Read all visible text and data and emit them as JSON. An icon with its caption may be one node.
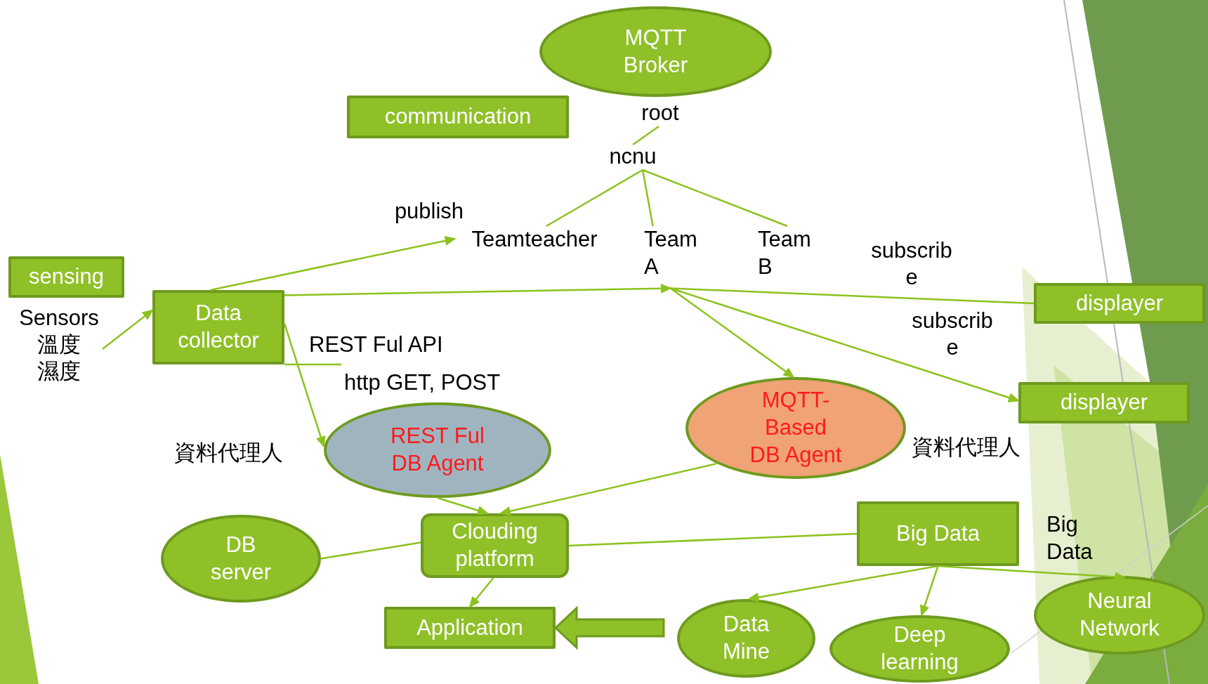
{
  "diagram": {
    "nodes": [
      {
        "text": [
          "MQTT Broker"
        ]
      },
      {
        "text": [
          "communication"
        ]
      },
      {
        "text": [
          "root"
        ]
      },
      {
        "text": [
          "ncnu"
        ]
      },
      {
        "text": [
          "Teamteacher"
        ]
      },
      {
        "text": [
          "Team A"
        ]
      },
      {
        "text": [
          "Team B"
        ]
      },
      {
        "text": [
          "sensing"
        ]
      },
      {
        "text": [
          "Sensors",
          "溫度",
          "濕度"
        ]
      },
      {
        "text": [
          "Data collector"
        ]
      },
      {
        "text": [
          "displayer"
        ]
      },
      {
        "text": [
          "displayer"
        ]
      },
      {
        "text": [
          "REST Ful DB Agent"
        ],
        "beside": [
          "資料代理人"
        ]
      },
      {
        "text": [
          "MQTT-Based DB Agent"
        ],
        "beside": [
          "資料代理人"
        ]
      },
      {
        "text": [
          "DB server"
        ]
      },
      {
        "text": [
          "Clouding platform"
        ]
      },
      {
        "text": [
          "Big Data"
        ],
        "beside": [
          "Big Data"
        ]
      },
      {
        "text": [
          "Application"
        ]
      },
      {
        "text": [
          "Data Mine"
        ]
      },
      {
        "text": [
          "Deep learning"
        ]
      },
      {
        "text": [
          "Neural Network"
        ]
      }
    ],
    "edges": [
      {
        "from": 2,
        "to": 3,
        "arrow": "none"
      },
      {
        "from": 3,
        "to": 4,
        "arrow": "none"
      },
      {
        "from": 3,
        "to": 5,
        "arrow": "none"
      },
      {
        "from": 3,
        "to": 6,
        "arrow": "none"
      },
      {
        "from": 8,
        "to": 9,
        "arrow": "to"
      },
      {
        "from": 9,
        "to": 4,
        "arrow": "to",
        "label": "publish"
      },
      {
        "from": 9,
        "to": 5,
        "arrow": "to"
      },
      {
        "from": 5,
        "to": 10,
        "arrow": "none",
        "label": "subscrib e"
      },
      {
        "from": 5,
        "to": 11,
        "arrow": "to",
        "label": "subscrib e"
      },
      {
        "from": 5,
        "to": 13,
        "arrow": "to"
      },
      {
        "from": 9,
        "to": 12,
        "arrow": "to"
      },
      {
        "from": 9,
        "to": null,
        "arrow": "none"
      },
      {
        "from": 12,
        "to": 15,
        "arrow": "to"
      },
      {
        "from": 13,
        "to": 15,
        "arrow": "to"
      },
      {
        "from": 14,
        "to": 15,
        "arrow": "none"
      },
      {
        "from": 15,
        "to": 16,
        "arrow": "none"
      },
      {
        "from": 15,
        "to": 17,
        "arrow": "to"
      },
      {
        "from": 16,
        "to": 18,
        "arrow": "to"
      },
      {
        "from": 16,
        "to": 19,
        "arrow": "to"
      },
      {
        "from": 16,
        "to": 20,
        "arrow": "to"
      },
      {
        "from": null,
        "to": 17,
        "arrow": "to",
        "style": "thick"
      }
    ],
    "labels": [
      "REST Ful API",
      "http GET, POST"
    ]
  }
}
